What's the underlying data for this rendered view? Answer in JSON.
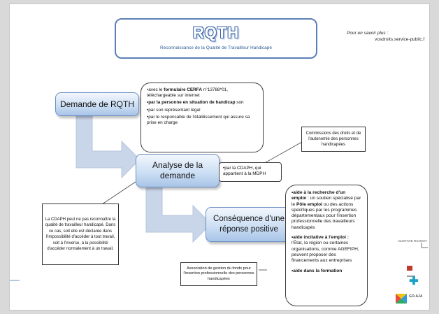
{
  "header": {
    "title": "RQTH",
    "subtitle": "Reconnaissance de la Qualité de Travailleur Handicapé",
    "more_info_label": "Pour en savoir plus :",
    "more_info_site": "vosdroits.service-public.f"
  },
  "steps": {
    "demande": "Demande de RQTH",
    "analyse": "Analyse de la demande",
    "consequence": "Conséquence d'une réponse positive"
  },
  "demande_details": {
    "line1_prefix": "•avec le ",
    "line1_bold": "formulaire CERFA",
    "line1_suffix": " n°13788*01, téléchargeable sur internet",
    "line2_bold": "•par la personne en situation de handicap",
    "line2_suffix": " son",
    "line3": "•par son représentant légal",
    "line4": "•par le responsable de l'établissement qui assure sa prise en charge"
  },
  "cdaph_note": "Commissions des droits et de l'autonomie des personnes handicapées",
  "analyse_details": "•par la CDAPH, qui appartient à la MDPH",
  "left_note": "La CDAPH peut ne pas reconnaître la qualité de travailleur handicapé. Dans ce cas, soit elle est déclarée dans l'impossibilité d'accéder à tout travail, soit à l'inverse, à la possibilité d'accéder normalement à un travail.",
  "agefiph_note": "Association de gestion du fonds pour l'insertion professionnelle des personnes handicapées",
  "consequences": {
    "item1_bold": "•aide à la recherche d'un emploi",
    "item1_mid": " : un soutien spécialisé par le ",
    "item1_bold2": "Pôle emploi",
    "item1_rest": " ou des actions spécifiques par les programmes départementaux pour l'insertion professionnelle des travailleurs handicapés",
    "item2_bold": "•aide incitative à l'emploi :",
    "item2_rest": " l'État, la région ou certaines organisations, comme AGEFIPH, peuvent proposer des financements aux entreprises",
    "item3_bold": "•aide dans la formation"
  },
  "logos": {
    "logo1": "GUSTAVE ROUSSY",
    "logo3": "",
    "logo4": "GO-AJA"
  },
  "colors": {
    "box_border": "#6b8fc2",
    "box_fill_light": "#f3f7fd",
    "box_fill_dark": "#a8c4e8",
    "arrow": "#c9d5e8",
    "title_blue": "#3c66a8"
  }
}
